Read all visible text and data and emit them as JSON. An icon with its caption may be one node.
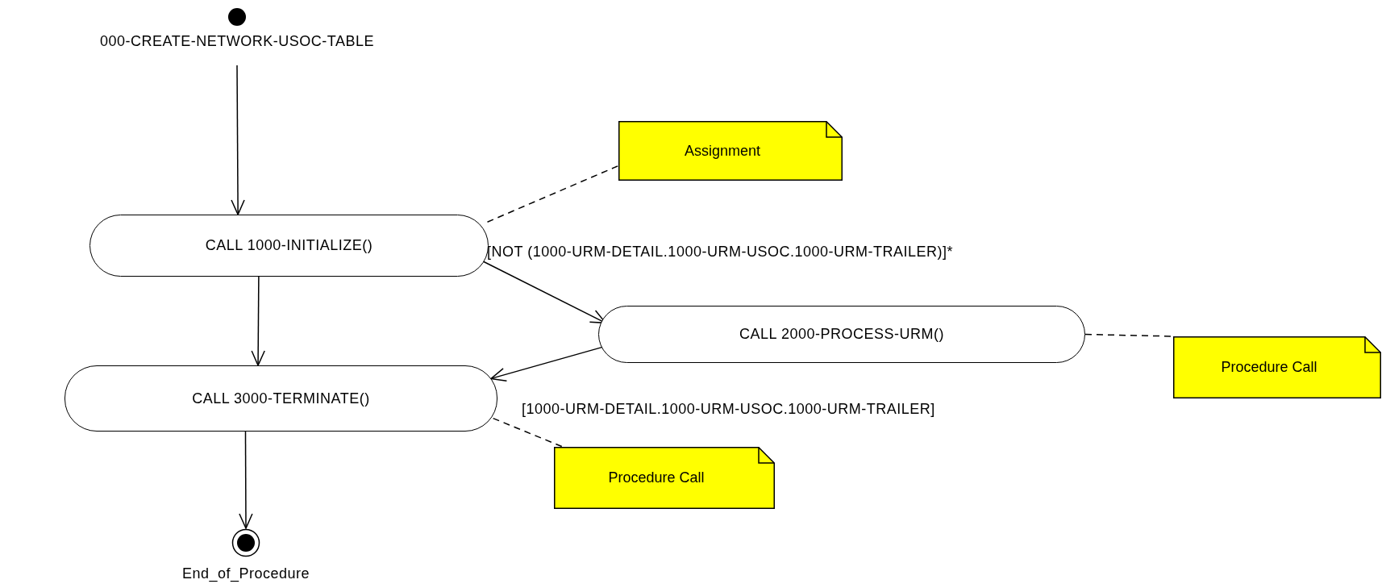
{
  "diagram": {
    "nodes": [
      {
        "text": [],
        "shape": "circle",
        "beside": [
          "000-CREATE-NETWORK-USOC-TABLE"
        ]
      },
      {
        "text": [
          "Assignment"
        ]
      },
      {
        "text": [
          "CALL 1000-INITIALIZE()"
        ]
      },
      {
        "text": [
          "CALL 2000-PROCESS-URM()"
        ]
      },
      {
        "text": [
          "Procedure Call"
        ]
      },
      {
        "text": [
          "CALL 3000-TERMINATE()"
        ]
      },
      {
        "text": [
          "Procedure Call"
        ]
      },
      {
        "text": [],
        "shape": "bullseye",
        "beside": [
          "End_of_Procedure"
        ]
      }
    ],
    "edges": [
      {
        "from": 0,
        "to": 2,
        "arrow": "to"
      },
      {
        "from": 2,
        "to": 1,
        "arrow": "none",
        "style": "dashed"
      },
      {
        "from": 2,
        "to": 3,
        "arrow": "to",
        "label": "[NOT (1000-URM-DETAIL.1000-URM-USOC.1000-URM-TRAILER)]*"
      },
      {
        "from": 2,
        "to": 5,
        "arrow": "to"
      },
      {
        "from": 3,
        "to": 5,
        "arrow": "to",
        "label": "[1000-URM-DETAIL.1000-URM-USOC.1000-URM-TRAILER]"
      },
      {
        "from": 3,
        "to": 4,
        "arrow": "none",
        "style": "dashed"
      },
      {
        "from": 5,
        "to": 6,
        "arrow": "none",
        "style": "dashed"
      },
      {
        "from": 5,
        "to": 7,
        "arrow": "to"
      }
    ]
  }
}
